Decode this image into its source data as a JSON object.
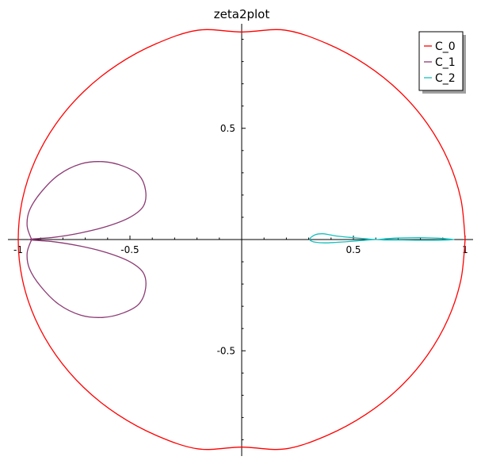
{
  "chart_data": {
    "type": "line",
    "title": "zeta2plot",
    "xlabel": "",
    "ylabel": "",
    "xlim": [
      -1.02,
      1.02
    ],
    "ylim": [
      -0.97,
      0.97
    ],
    "x_ticks": [
      {
        "value": -1,
        "label": "-1"
      },
      {
        "value": -0.5,
        "label": "-0.5"
      },
      {
        "value": 0.5,
        "label": "0.5"
      },
      {
        "value": 1,
        "label": "1"
      }
    ],
    "y_ticks": [
      {
        "value": 0.5,
        "label": "0.5"
      },
      {
        "value": -0.5,
        "label": "-0.5"
      }
    ],
    "grid": false,
    "legend_position": "top-right",
    "series": [
      {
        "name": "C_0",
        "color": "#ff0000",
        "points": [
          [
            1.0,
            0.0
          ],
          [
            0.981,
            0.181
          ],
          [
            0.924,
            0.356
          ],
          [
            0.831,
            0.52
          ],
          [
            0.707,
            0.665
          ],
          [
            0.556,
            0.786
          ],
          [
            0.383,
            0.88
          ],
          [
            0.195,
            0.941
          ],
          [
            0.0,
            0.933
          ],
          [
            -0.195,
            0.941
          ],
          [
            -0.383,
            0.88
          ],
          [
            -0.556,
            0.786
          ],
          [
            -0.707,
            0.665
          ],
          [
            -0.831,
            0.52
          ],
          [
            -0.924,
            0.356
          ],
          [
            -0.981,
            0.181
          ],
          [
            -1.0,
            0.0
          ],
          [
            -0.981,
            -0.181
          ],
          [
            -0.924,
            -0.356
          ],
          [
            -0.831,
            -0.52
          ],
          [
            -0.707,
            -0.665
          ],
          [
            -0.556,
            -0.786
          ],
          [
            -0.383,
            -0.88
          ],
          [
            -0.195,
            -0.941
          ],
          [
            0.0,
            -0.933
          ],
          [
            0.195,
            -0.941
          ],
          [
            0.383,
            -0.88
          ],
          [
            0.556,
            -0.786
          ],
          [
            0.707,
            -0.665
          ],
          [
            0.831,
            -0.52
          ],
          [
            0.924,
            -0.356
          ],
          [
            0.981,
            -0.181
          ],
          [
            1.0,
            0.0
          ]
        ]
      },
      {
        "name": "C_1",
        "color": "#8b3a73",
        "points": [
          [
            -0.94,
            0.0
          ],
          [
            -0.96,
            0.06
          ],
          [
            -0.95,
            0.13
          ],
          [
            -0.9,
            0.21
          ],
          [
            -0.82,
            0.29
          ],
          [
            -0.72,
            0.34
          ],
          [
            -0.62,
            0.35
          ],
          [
            -0.53,
            0.33
          ],
          [
            -0.46,
            0.29
          ],
          [
            -0.43,
            0.22
          ],
          [
            -0.44,
            0.15
          ],
          [
            -0.5,
            0.1
          ],
          [
            -0.6,
            0.06
          ],
          [
            -0.72,
            0.03
          ],
          [
            -0.84,
            0.01
          ],
          [
            -0.95,
            0.0
          ],
          [
            -0.84,
            -0.01
          ],
          [
            -0.72,
            -0.03
          ],
          [
            -0.6,
            -0.06
          ],
          [
            -0.5,
            -0.1
          ],
          [
            -0.44,
            -0.15
          ],
          [
            -0.43,
            -0.22
          ],
          [
            -0.46,
            -0.29
          ],
          [
            -0.53,
            -0.33
          ],
          [
            -0.62,
            -0.35
          ],
          [
            -0.72,
            -0.34
          ],
          [
            -0.82,
            -0.29
          ],
          [
            -0.9,
            -0.21
          ],
          [
            -0.95,
            -0.13
          ],
          [
            -0.96,
            -0.06
          ],
          [
            -0.94,
            0.0
          ]
        ]
      },
      {
        "name": "C_2",
        "color": "#17bebe",
        "points": [
          [
            0.31,
            0.01
          ],
          [
            0.33,
            0.022
          ],
          [
            0.36,
            0.026
          ],
          [
            0.39,
            0.022
          ],
          [
            0.43,
            0.015
          ],
          [
            0.48,
            0.01
          ],
          [
            0.54,
            0.005
          ],
          [
            0.6,
            0.0
          ],
          [
            0.65,
            0.004
          ],
          [
            0.7,
            0.007
          ],
          [
            0.76,
            0.008
          ],
          [
            0.82,
            0.008
          ],
          [
            0.88,
            0.006
          ],
          [
            0.92,
            0.003
          ],
          [
            0.95,
            0.0
          ],
          [
            0.92,
            -0.002
          ],
          [
            0.86,
            -0.003
          ],
          [
            0.78,
            -0.003
          ],
          [
            0.7,
            -0.002
          ],
          [
            0.64,
            -0.002
          ],
          [
            0.6,
            0.0
          ],
          [
            0.54,
            -0.004
          ],
          [
            0.48,
            -0.009
          ],
          [
            0.42,
            -0.013
          ],
          [
            0.37,
            -0.015
          ],
          [
            0.33,
            -0.012
          ],
          [
            0.31,
            -0.006
          ],
          [
            0.305,
            0.002
          ],
          [
            0.31,
            0.01
          ]
        ]
      }
    ]
  }
}
